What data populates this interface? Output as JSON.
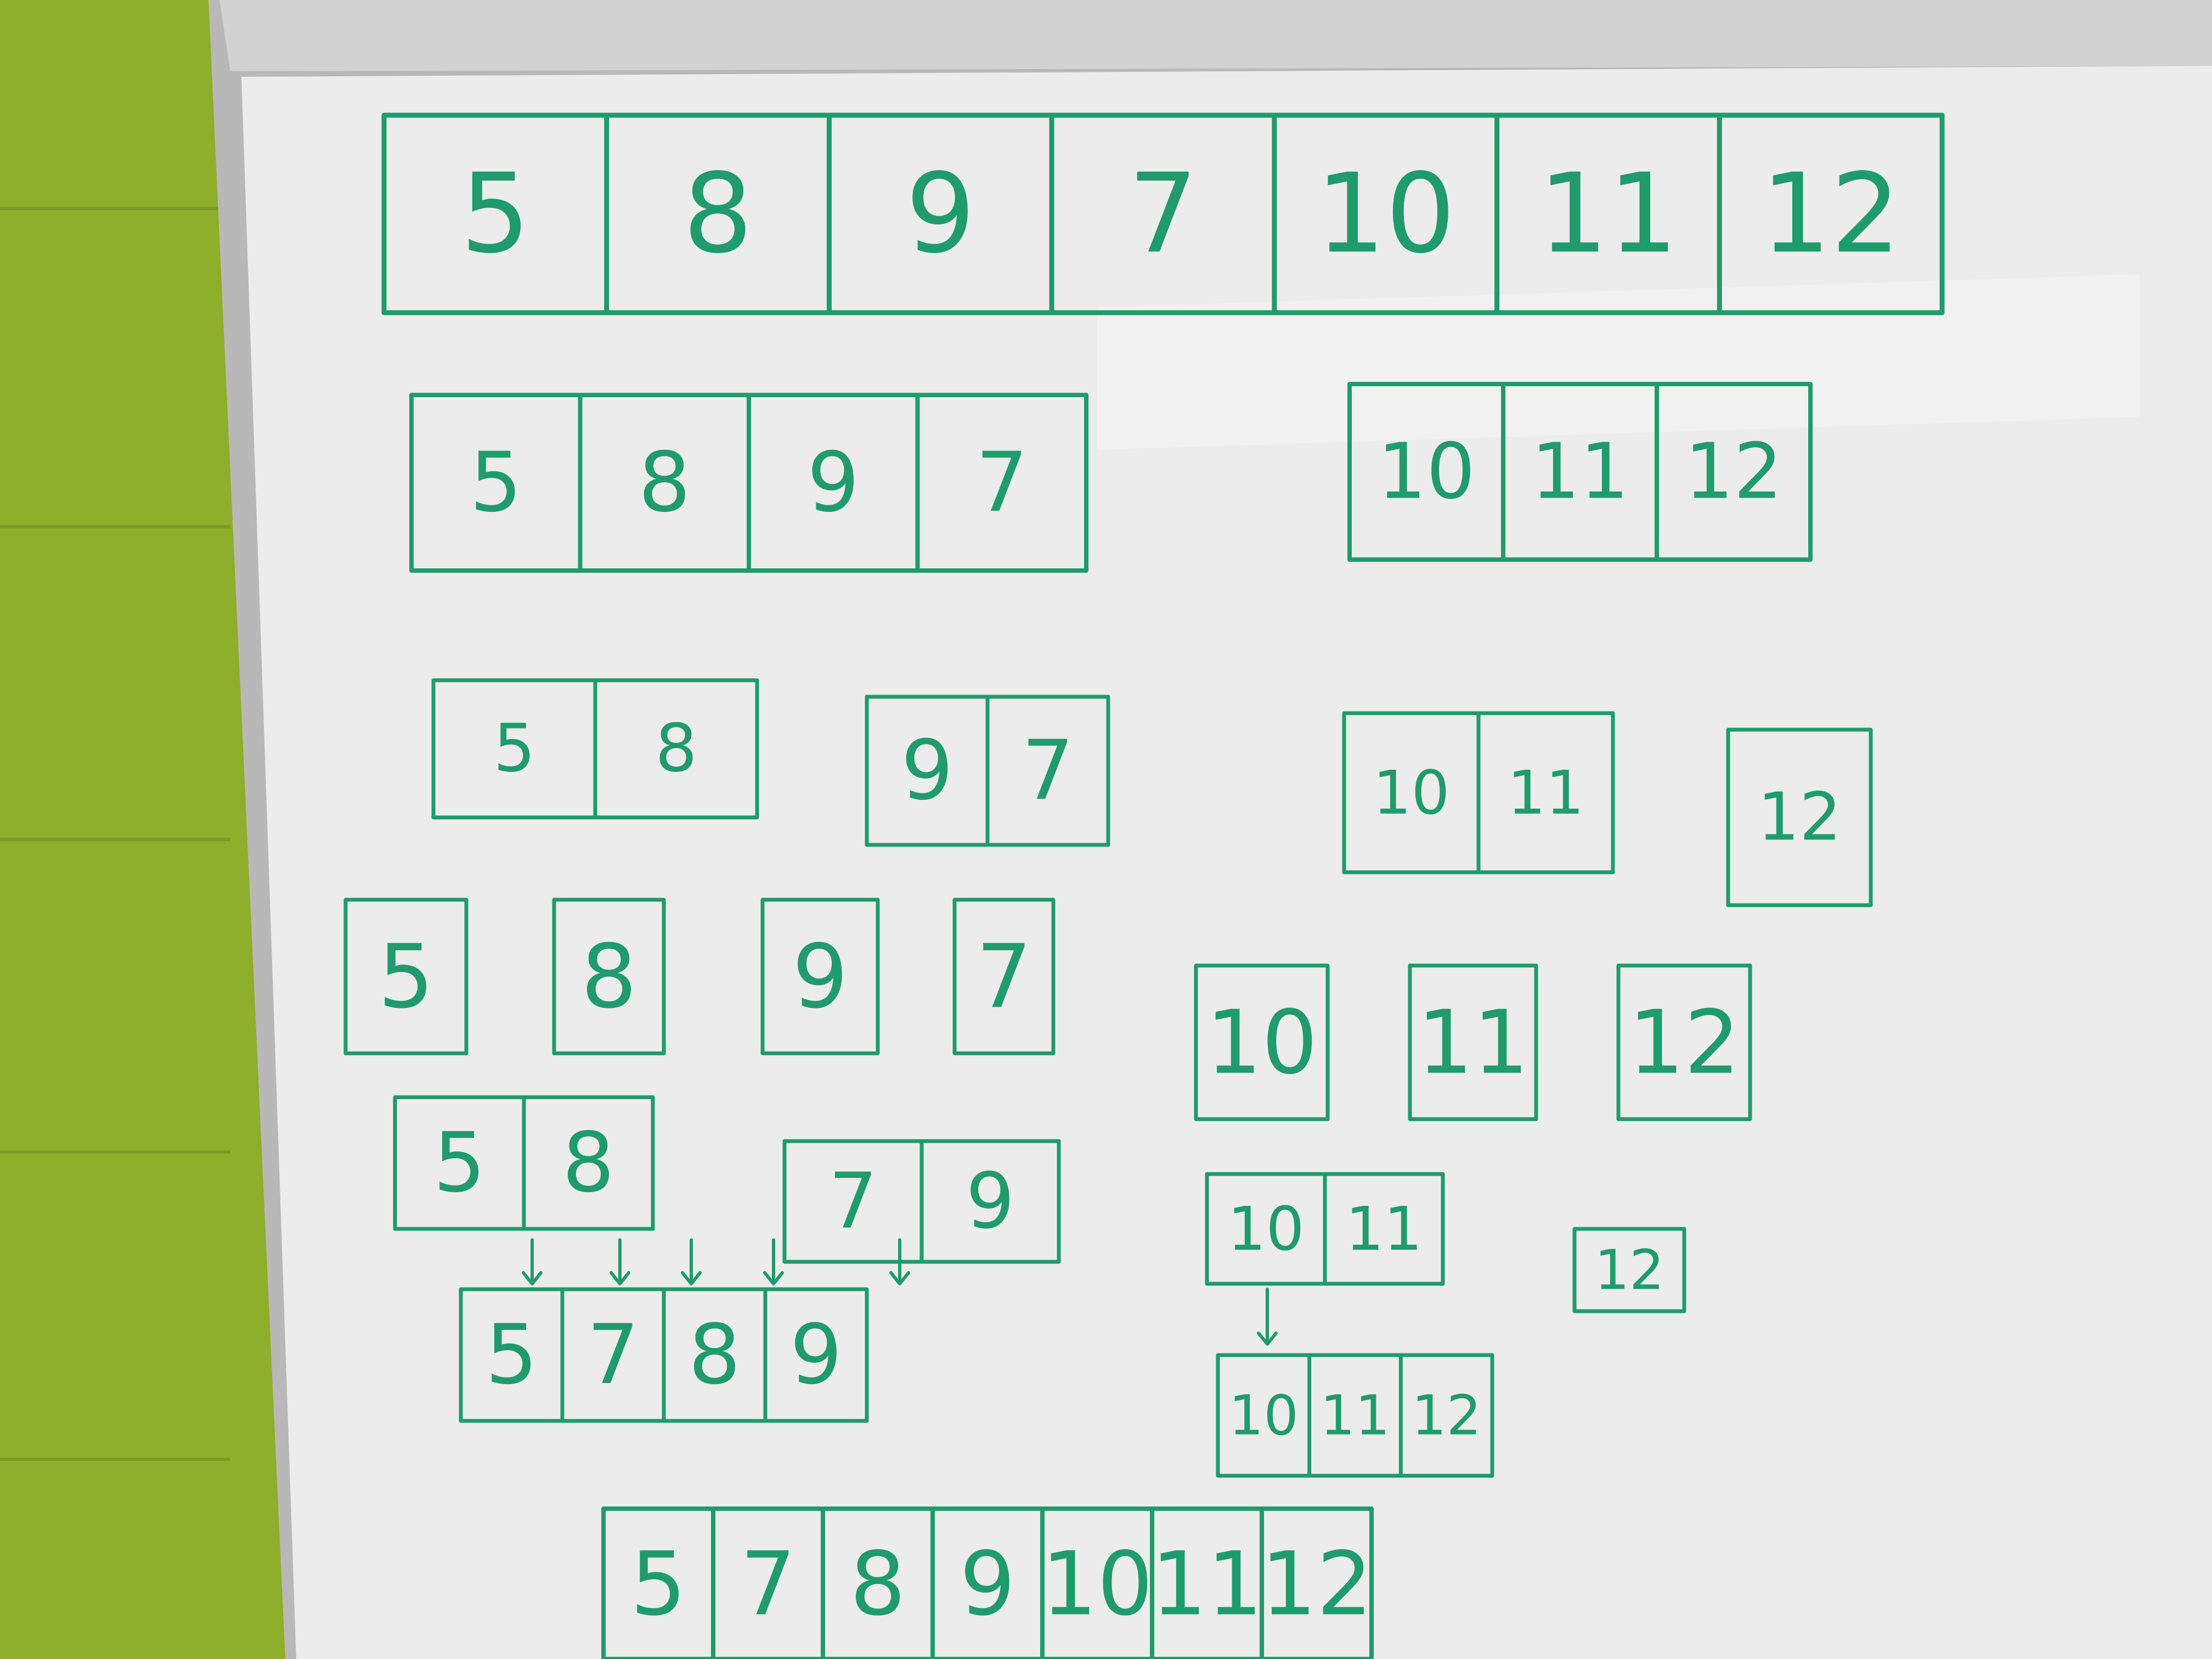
{
  "ink_color": "#1f9b6e",
  "wall_color": "#8fae2c",
  "board_color": "#ececec",
  "frame_color": "#b8b8b8",
  "rows": {
    "original": [
      "5",
      "8",
      "9",
      "7",
      "10",
      "11",
      "12"
    ],
    "split_level_1": [
      [
        "5",
        "8",
        "9",
        "7"
      ],
      [
        "10",
        "11",
        "12"
      ]
    ],
    "split_level_2": [
      [
        "5",
        "8"
      ],
      [
        "9",
        "7"
      ],
      [
        "10",
        "11"
      ],
      [
        "12"
      ]
    ],
    "singles": [
      "5",
      "8",
      "9",
      "7",
      "10",
      "11",
      "12"
    ],
    "merge_level_1": [
      [
        "5",
        "8"
      ],
      [
        "7",
        "9"
      ],
      [
        "10",
        "11"
      ],
      [
        "12"
      ]
    ],
    "merge_level_2": [
      [
        "5",
        "7",
        "8",
        "9"
      ],
      [
        "10",
        "11",
        "12"
      ]
    ],
    "sorted": [
      "5",
      "7",
      "8",
      "9",
      "10",
      "11",
      "12"
    ]
  }
}
